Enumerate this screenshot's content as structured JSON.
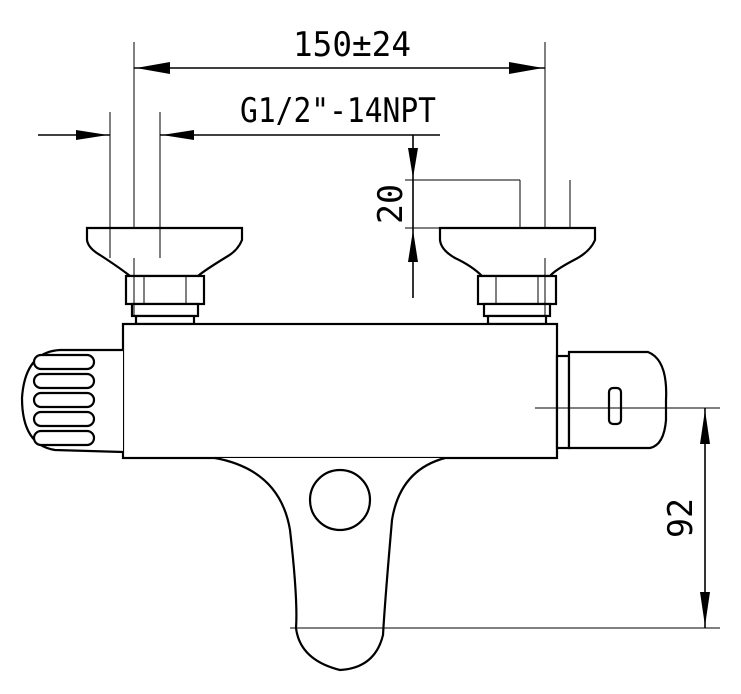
{
  "dimensions": {
    "spacing_label": "150±24",
    "thread_label": "G1/2\"-14NPT",
    "inlet_height_label": "20",
    "outlet_height_label": "92"
  }
}
